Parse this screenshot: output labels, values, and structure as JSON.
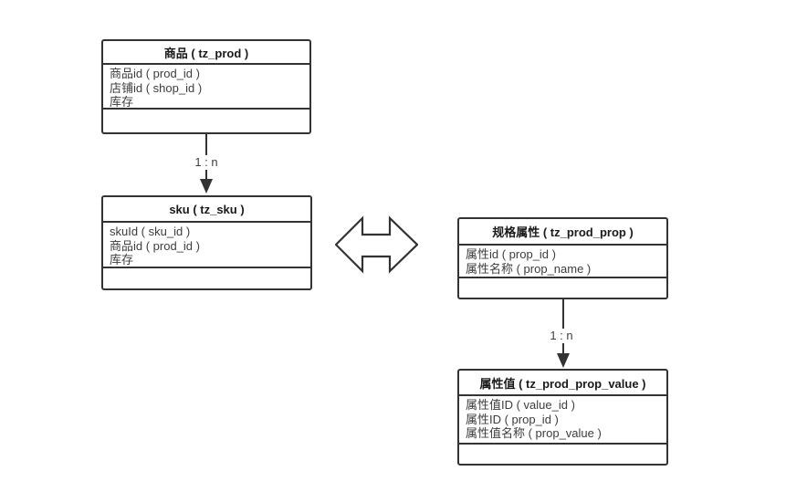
{
  "diagram": {
    "background": "#ffffff",
    "line_color": "#333333",
    "title_text_color": "#1a1a1a",
    "field_text_color": "#3d3d3d",
    "entities": [
      {
        "id": "prod",
        "title": "商品 ( tz_prod )",
        "fields": [
          "商品id ( prod_id )",
          "店铺id ( shop_id )",
          "库存"
        ]
      },
      {
        "id": "sku",
        "title": "sku ( tz_sku )",
        "fields": [
          "skuId ( sku_id )",
          "商品id ( prod_id )",
          "库存"
        ]
      },
      {
        "id": "prop",
        "title": "规格属性 ( tz_prod_prop )",
        "fields": [
          "属性id ( prop_id )",
          "属性名称 ( prop_name )"
        ]
      },
      {
        "id": "value",
        "title": "属性值 ( tz_prod_prop_value )",
        "fields": [
          "属性值ID ( value_id )",
          "属性ID ( prop_id )",
          "属性值名称 ( prop_value )"
        ]
      }
    ],
    "connectors": [
      {
        "from": "商品 ( tz_prod )",
        "to": "sku ( tz_sku )",
        "label": "1 : n"
      },
      {
        "from": "规格属性 ( tz_prod_prop )",
        "to": "属性值 ( tz_prod_prop_value )",
        "label": "1 : n"
      }
    ],
    "relation_icon": "double-horizontal-arrow"
  }
}
